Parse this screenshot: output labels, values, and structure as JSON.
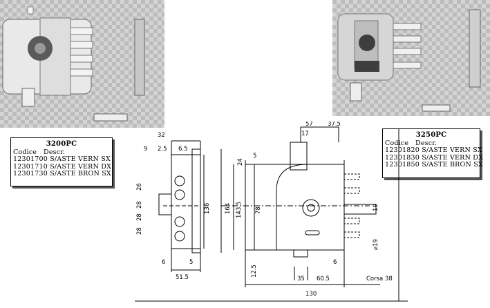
{
  "products": [
    {
      "model": "3200PC",
      "header": {
        "code": "Codice",
        "desc": "Descr."
      },
      "rows": [
        {
          "code": "12301700",
          "desc": "S/ASTE VERN SX"
        },
        {
          "code": "12301710",
          "desc": "S/ASTE VERN DX"
        },
        {
          "code": "12301730",
          "desc": "S/ASTE BRON SX"
        }
      ]
    },
    {
      "model": "3250PC",
      "header": {
        "code": "Codice",
        "desc": "Descr."
      },
      "rows": [
        {
          "code": "12301820",
          "desc": "S/ASTE VERN SX"
        },
        {
          "code": "12301830",
          "desc": "S/ASTE VERN DX"
        },
        {
          "code": "12301850",
          "desc": "S/ASTE BRON SX"
        }
      ]
    }
  ],
  "dimensions": {
    "d32": "32",
    "d9": "9",
    "d2_5": "2.5",
    "d6_5": "6.5",
    "d26": "26",
    "d28a": "28",
    "d28b": "28",
    "d28c": "28",
    "d136": "136",
    "d164": "164",
    "d6": "6",
    "d5": "5",
    "d51_5": "51.5",
    "d57": "57",
    "d37_5": "37.5",
    "d17": "17",
    "d24": "24",
    "d5b": "5",
    "d143_5": "143.5",
    "d78": "78",
    "d19": "19",
    "dphi19": "⌀19",
    "d12_5": "12.5",
    "d35": "35",
    "d60_5": "60.5",
    "d6b": "6",
    "corsa": "Corsa 38",
    "d130": "130"
  }
}
